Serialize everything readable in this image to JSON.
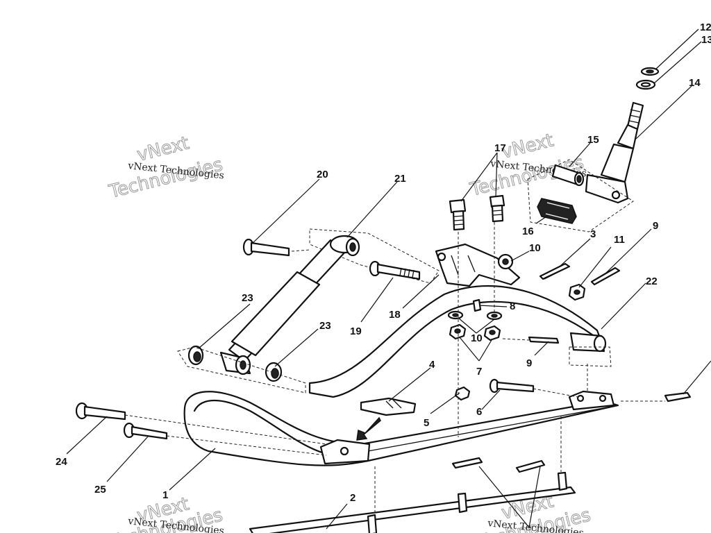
{
  "watermark": {
    "brand_line1": "vNext",
    "brand_line2": "Technologies",
    "caption": "vNext Technologies"
  },
  "callouts": [
    {
      "id": "1",
      "label": "1"
    },
    {
      "id": "2",
      "label": "2"
    },
    {
      "id": "3",
      "label": "3"
    },
    {
      "id": "4",
      "label": "4"
    },
    {
      "id": "5",
      "label": "5"
    },
    {
      "id": "6",
      "label": "6"
    },
    {
      "id": "7",
      "label": "7"
    },
    {
      "id": "8",
      "label": "8"
    },
    {
      "id": "9a",
      "label": "9"
    },
    {
      "id": "9b",
      "label": "9"
    },
    {
      "id": "10a",
      "label": "10"
    },
    {
      "id": "10b",
      "label": "10"
    },
    {
      "id": "11",
      "label": "11"
    },
    {
      "id": "12",
      "label": "12"
    },
    {
      "id": "13",
      "label": "13"
    },
    {
      "id": "14",
      "label": "14"
    },
    {
      "id": "15",
      "label": "15"
    },
    {
      "id": "16",
      "label": "16"
    },
    {
      "id": "17",
      "label": "17"
    },
    {
      "id": "18",
      "label": "18"
    },
    {
      "id": "19",
      "label": "19"
    },
    {
      "id": "20",
      "label": "20"
    },
    {
      "id": "21",
      "label": "21"
    },
    {
      "id": "22",
      "label": "22"
    },
    {
      "id": "23a",
      "label": "23"
    },
    {
      "id": "23b",
      "label": "23"
    },
    {
      "id": "24",
      "label": "24"
    },
    {
      "id": "25",
      "label": "25"
    }
  ]
}
